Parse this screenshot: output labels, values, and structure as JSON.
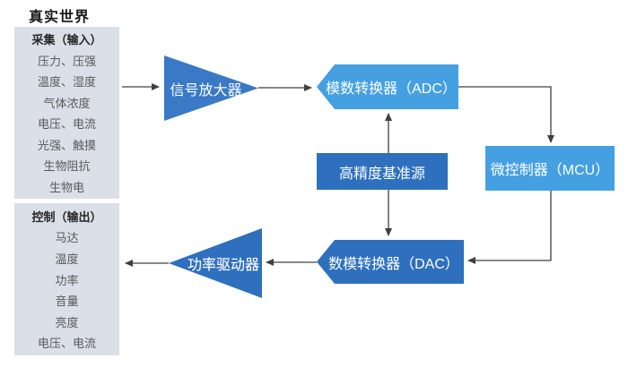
{
  "title": "真实世界",
  "colors": {
    "side_box_bg": "#dadfe8",
    "amplifier_blue": "#3979c5",
    "light_blue": "#45a0e2",
    "dark_blue": "#2e70bd",
    "arrow": "#404040",
    "item_text": "#595959"
  },
  "input_box": {
    "header": "采集（输入）",
    "items": [
      "压力、压强",
      "温度、湿度",
      "气体浓度",
      "电压、电流",
      "光强、触摸",
      "生物阻抗",
      "生物电"
    ]
  },
  "output_box": {
    "header": "控制（输出）",
    "items": [
      "马达",
      "温度",
      "功率",
      "音量",
      "亮度",
      "电压、电流"
    ]
  },
  "blocks": {
    "amplifier": "信号放大器",
    "adc": "模数转换器（ADC）",
    "mcu": "微控制器（MCU）",
    "reference": "高精度基准源",
    "dac": "数模转换器（DAC）",
    "driver": "功率驱动器"
  }
}
